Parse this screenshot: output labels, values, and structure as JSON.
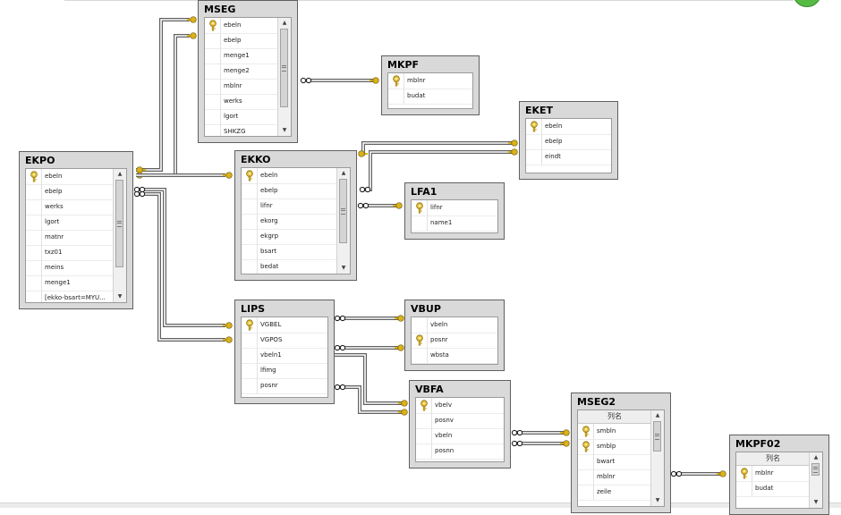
{
  "tables": [
    {
      "id": "mseg",
      "name": "MSEG",
      "rows": [
        {
          "text": "ebeln",
          "key": true
        },
        {
          "text": "ebelp"
        },
        {
          "text": "menge1"
        },
        {
          "text": "menge2"
        },
        {
          "text": "mblnr"
        },
        {
          "text": "werks"
        },
        {
          "text": "lgort"
        },
        {
          "text": "SHKZG"
        }
      ]
    },
    {
      "id": "mkpf",
      "name": "MKPF",
      "rows": [
        {
          "text": "mblnr",
          "key": true
        },
        {
          "text": "budat"
        }
      ]
    },
    {
      "id": "eket",
      "name": "EKET",
      "rows": [
        {
          "text": "ebeln",
          "key": true
        },
        {
          "text": "ebelp"
        },
        {
          "text": "eindt"
        }
      ]
    },
    {
      "id": "ekpo",
      "name": "EKPO",
      "rows": [
        {
          "text": "ebeln",
          "key": true
        },
        {
          "text": "ebelp"
        },
        {
          "text": "werks"
        },
        {
          "text": "lgort"
        },
        {
          "text": "matnr"
        },
        {
          "text": "txz01"
        },
        {
          "text": "meins"
        },
        {
          "text": "menge1"
        },
        {
          "text": "[ekko-bsart=MYU..."
        }
      ]
    },
    {
      "id": "ekko",
      "name": "EKKO",
      "rows": [
        {
          "text": "ebeln",
          "key": true
        },
        {
          "text": "ebelp"
        },
        {
          "text": "lifnr"
        },
        {
          "text": "ekorg"
        },
        {
          "text": "ekgrp"
        },
        {
          "text": "bsart"
        },
        {
          "text": "bedat"
        }
      ]
    },
    {
      "id": "lfa1",
      "name": "LFA1",
      "rows": [
        {
          "text": "lifnr",
          "key": true
        },
        {
          "text": "name1"
        }
      ]
    },
    {
      "id": "lips",
      "name": "LIPS",
      "rows": [
        {
          "text": "VGBEL",
          "key": true
        },
        {
          "text": "VGPOS"
        },
        {
          "text": "vbeln1"
        },
        {
          "text": "lfimg"
        },
        {
          "text": "posnr"
        }
      ]
    },
    {
      "id": "vbup",
      "name": "VBUP",
      "rows": [
        {
          "text": "vbeln"
        },
        {
          "text": "posnr",
          "key": true
        },
        {
          "text": "wbsta"
        }
      ]
    },
    {
      "id": "vbfa",
      "name": "VBFA",
      "rows": [
        {
          "text": "vbelv",
          "key": true
        },
        {
          "text": "posnv"
        },
        {
          "text": "vbeln"
        },
        {
          "text": "posnn"
        }
      ]
    },
    {
      "id": "mseg2",
      "name": "MSEG2",
      "colHeader": "列名",
      "rows": [
        {
          "text": "smbln",
          "key": true
        },
        {
          "text": "smblp",
          "key": true
        },
        {
          "text": "bwart"
        },
        {
          "text": "mblnr"
        },
        {
          "text": "zeile"
        }
      ]
    },
    {
      "id": "mkpf02",
      "name": "MKPF02",
      "colHeader": "列名",
      "rows": [
        {
          "text": "mblnr",
          "key": true
        },
        {
          "text": "budat"
        }
      ]
    }
  ],
  "colors": {
    "table_frame": "#d9d9d9",
    "table_border": "#606060",
    "link": "#606060",
    "key_gold": "#d9b21a"
  }
}
